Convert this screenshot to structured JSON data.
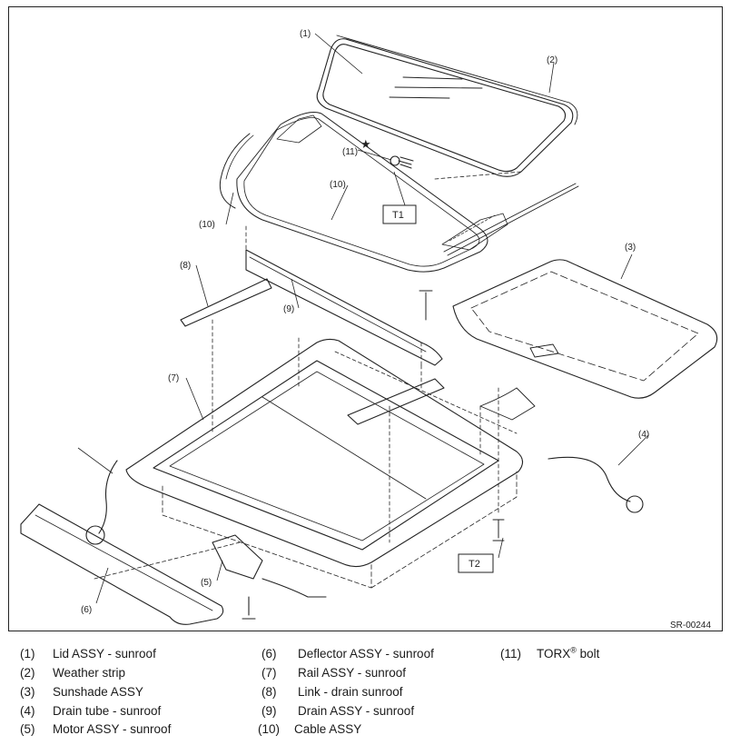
{
  "figure": {
    "code": "SR-00244",
    "callouts": [
      "(1)",
      "(2)",
      "(3)",
      "(4)",
      "(5)",
      "(6)",
      "(7)",
      "(8)",
      "(9)",
      "(10)",
      "(10)",
      "(11)"
    ],
    "star": "★",
    "t1": "T1",
    "t2": "T2"
  },
  "legend": [
    {
      "num": "(1)",
      "text": "Lid ASSY - sunroof"
    },
    {
      "num": "(2)",
      "text": "Weather strip"
    },
    {
      "num": "(3)",
      "text": "Sunshade ASSY"
    },
    {
      "num": "(4)",
      "text": "Drain tube - sunroof"
    },
    {
      "num": "(5)",
      "text": "Motor ASSY - sunroof"
    },
    {
      "num": "(6)",
      "text": "Deflector ASSY - sunroof"
    },
    {
      "num": "(7)",
      "text": "Rail ASSY - sunroof"
    },
    {
      "num": "(8)",
      "text": "Link - drain sunroof"
    },
    {
      "num": "(9)",
      "text": "Drain ASSY - sunroof"
    },
    {
      "num": "(10)",
      "text": "Cable ASSY"
    },
    {
      "num": "(11)",
      "text": "TORX",
      "sup": "®",
      "suffix": " bolt"
    }
  ]
}
